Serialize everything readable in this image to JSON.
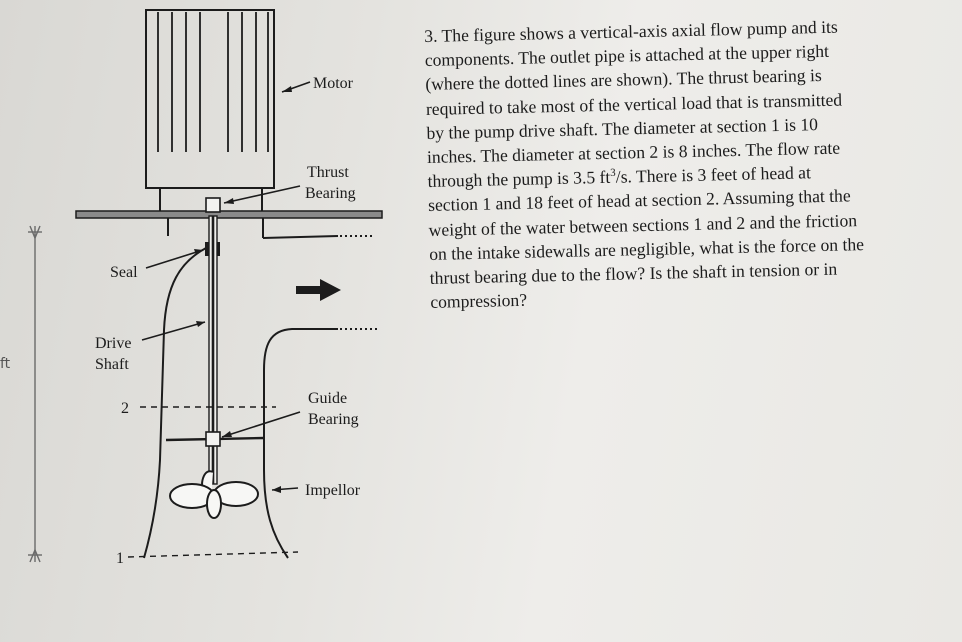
{
  "figure": {
    "labels": {
      "motor": "Motor",
      "thrust_1": "Thrust",
      "thrust_2": "Bearing",
      "seal": "Seal",
      "drive_1": "Drive",
      "drive_2": "Shaft",
      "section_2": "2",
      "guide_1": "Guide",
      "guide_2": "Bearing",
      "impellor": "Impellor",
      "section_1": "1"
    },
    "handwriting": {
      "ft": "ft"
    }
  },
  "problem": {
    "lines": [
      "3. The figure shows a vertical-axis axial flow pump and its",
      "components. The outlet pipe is attached at the upper right",
      "(where the dotted lines are shown). The thrust bearing is",
      "required to take most of the vertical load that is transmitted",
      "by the pump drive shaft. The diameter at section 1 is 10",
      "inches. The diameter at section 2 is 8 inches. The flow rate",
      "through the pump is 3.5 ft",
      "/s. There is 3 feet of head at",
      "section 1 and 18 feet of head at section 2. Assuming that the",
      "weight of the water between sections 1 and 2 and the friction",
      "on the intake sidewalls are negligible, what is the force on the",
      "thrust bearing due to the flow? Is the shaft in tension or in",
      "compression?"
    ],
    "superscript": "3"
  }
}
